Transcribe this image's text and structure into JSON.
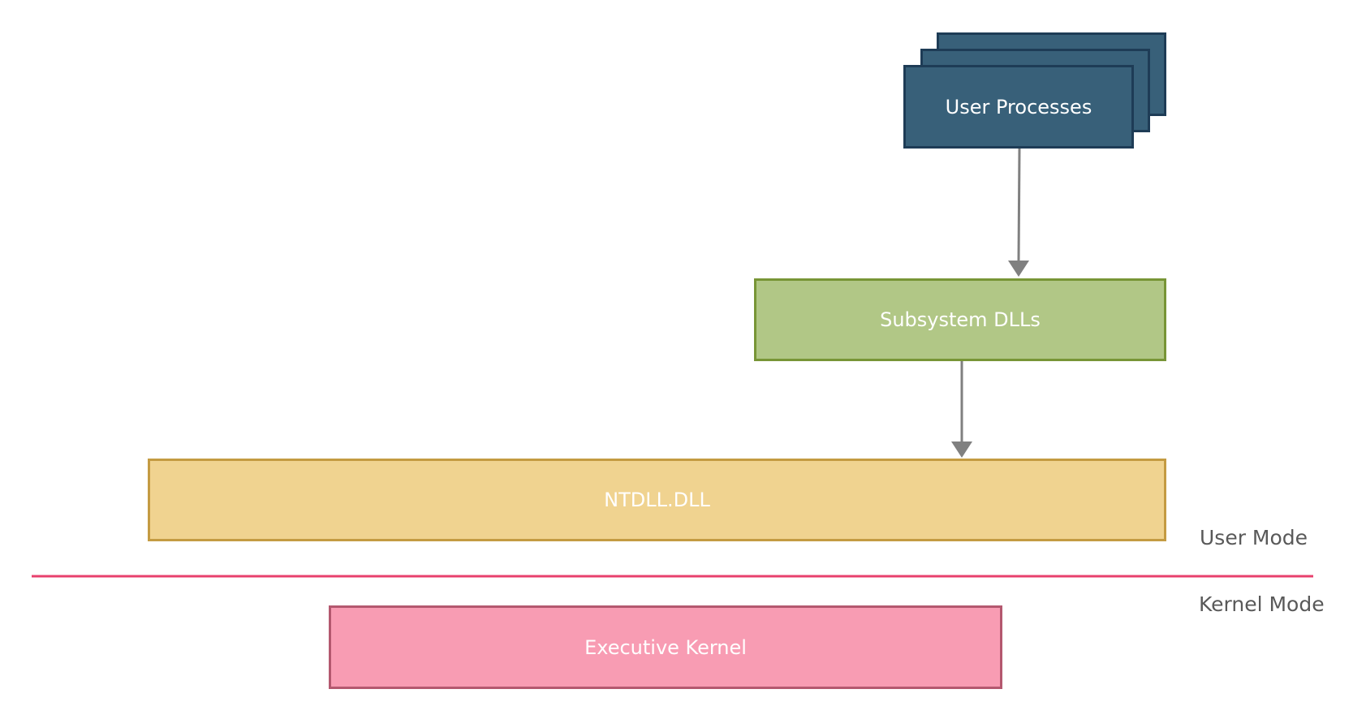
{
  "diagram": {
    "user_processes": {
      "label": "User Processes",
      "fill": "#386079",
      "border": "#1e3c56"
    },
    "subsystem_dlls": {
      "label": "Subsystem DLLs",
      "fill": "#b1c786",
      "border": "#789536"
    },
    "ntdll": {
      "label": "NTDLL.DLL",
      "fill": "#f0d390",
      "border": "#c49b42"
    },
    "executive_kernel": {
      "label": "Executive Kernel",
      "fill": "#f89cb3",
      "border": "#b4586f"
    },
    "mode_divider": {
      "color": "#e8416d"
    },
    "labels": {
      "user_mode": "User Mode",
      "kernel_mode": "Kernel Mode"
    },
    "connector_color": "#808080"
  }
}
